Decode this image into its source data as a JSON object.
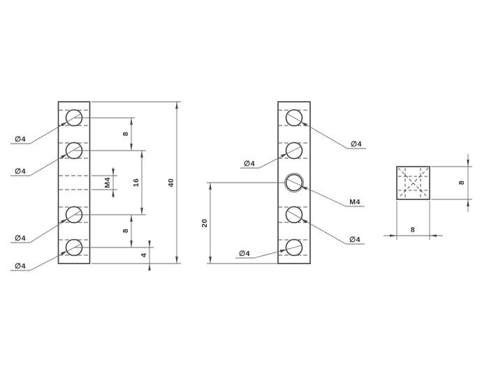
{
  "drawing": {
    "background": "#ffffff",
    "outline_color": "#3d3d3d",
    "dim_line_color": "#6a6a6a",
    "text_color": "#2b2b2b"
  },
  "front_view": {
    "hole_labels": [
      "∅4",
      "∅4",
      "∅4",
      "∅4"
    ],
    "dim_thread": "M4",
    "dim_top_spacing": "8",
    "dim_mid_spacing": "16",
    "dim_bottom_spacing": "8",
    "dim_edge_offset": "4",
    "dim_total_length": "40"
  },
  "side_view": {
    "hole_labels": [
      "∅4",
      "∅4",
      "∅4",
      "∅4"
    ],
    "thread_label": "M4",
    "dim_thread_to_end": "20"
  },
  "end_view": {
    "dim_width": "8",
    "dim_height": "8"
  }
}
